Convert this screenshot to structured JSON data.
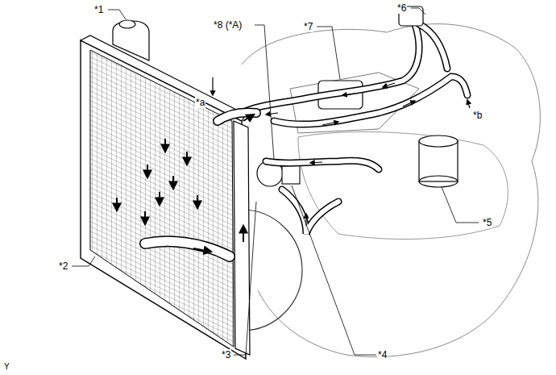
{
  "diagram": {
    "labels": [
      "*1",
      "*6",
      "*8 (*A)",
      "*7",
      "*a",
      "*b",
      "*5",
      "*2",
      "*3",
      "*4",
      "Y"
    ]
  }
}
